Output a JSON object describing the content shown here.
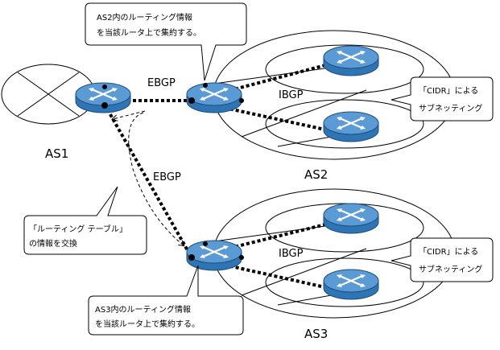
{
  "as_labels": {
    "as1": "AS1",
    "as2": "AS2",
    "as3": "AS3"
  },
  "protocols": {
    "ebgp_top": "EBGP",
    "ebgp_mid": "EBGP",
    "ibgp_as2": "IBGP",
    "ibgp_as3": "IBGP"
  },
  "callouts": {
    "as2_aggregate": [
      "AS2内のルーティング情報",
      "を当該ルータ上で集約する。"
    ],
    "as3_aggregate": [
      "AS3内のルーティング情報",
      "を当該ルータ上で集約する。"
    ],
    "as2_cidr": [
      "「CIDR」による",
      "サブネッティング"
    ],
    "as3_cidr": [
      "「CIDR」による",
      "サブネッティング"
    ],
    "routing_table": [
      "「ルーティング テーブル」",
      "の情報を交換"
    ]
  },
  "colors": {
    "router_top": "#5b9bd5",
    "router_side": "#2e75b6",
    "router_arrow": "#ffffff",
    "link": "#000000"
  },
  "icon_names": {
    "router": "router-icon"
  }
}
